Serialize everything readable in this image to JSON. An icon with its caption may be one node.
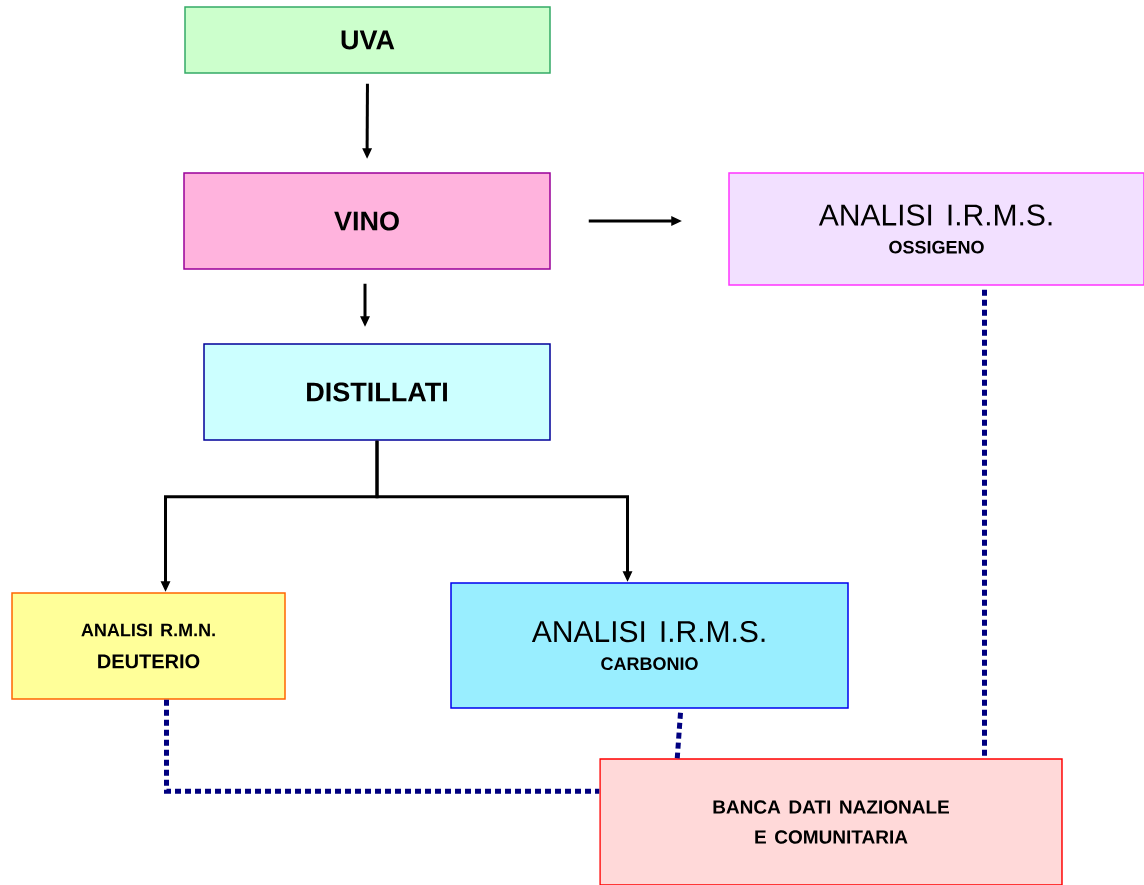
{
  "diagram": {
    "nodes": [
      {
        "text": [
          "UVA"
        ]
      },
      {
        "text": [
          "VINO"
        ]
      },
      {
        "text": [
          "ANALISI I.R.M.S.",
          "OSSIGENO"
        ]
      },
      {
        "text": [
          "DISTILLATI"
        ]
      },
      {
        "text": [
          "ANALISI R.M.N.",
          "DEUTERIO"
        ]
      },
      {
        "text": [
          "ANALISI I.R.M.S.",
          "CARBONIO"
        ]
      },
      {
        "text": [
          "BANCA DATI NAZIONALE E COMUNITARIA"
        ]
      }
    ],
    "edges": [
      {
        "from": 0,
        "to": 1,
        "arrow": "to"
      },
      {
        "from": 1,
        "to": 2,
        "arrow": "to"
      },
      {
        "from": 1,
        "to": 3,
        "arrow": "to"
      },
      {
        "from": 3,
        "to": 4,
        "arrow": "to"
      },
      {
        "from": 3,
        "to": 5,
        "arrow": "to"
      },
      {
        "from": 4,
        "to": 6,
        "arrow": "none",
        "style": "dashed",
        "color": "#000080"
      },
      {
        "from": 5,
        "to": 6,
        "arrow": "none",
        "style": "dashed",
        "color": "#000080"
      },
      {
        "from": 2,
        "to": 6,
        "arrow": "none",
        "style": "dashed",
        "color": "#000080"
      }
    ]
  }
}
